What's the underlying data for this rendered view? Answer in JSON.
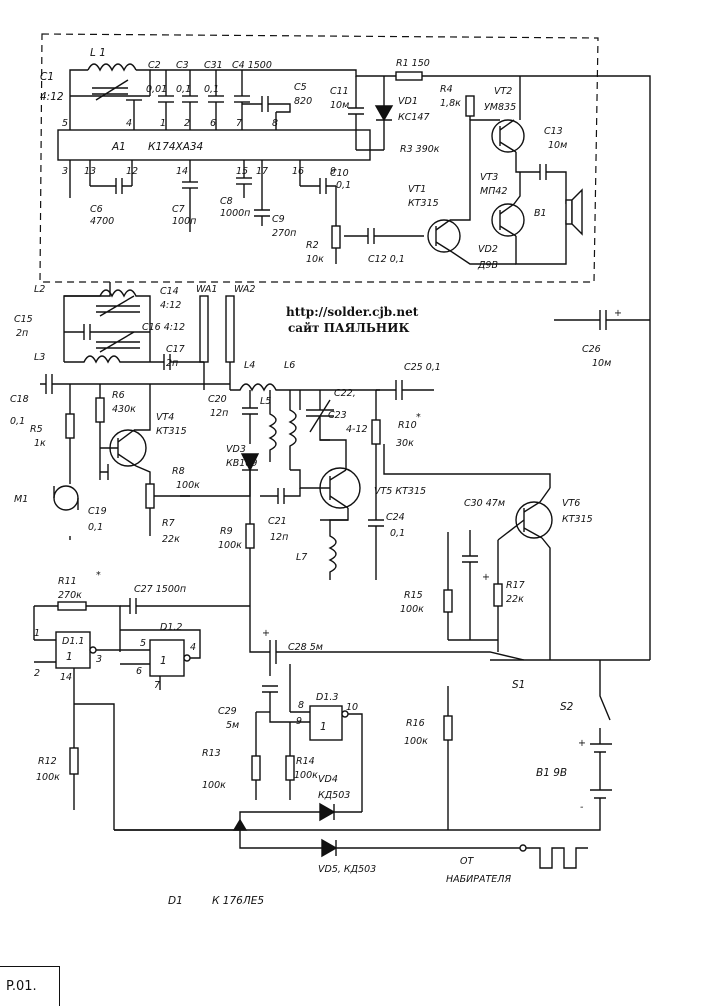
{
  "site": {
    "url": "http://solder.cjb.net",
    "name": "сайт ПАЯЛЬНИК"
  },
  "page_code": "P.01.",
  "footer_note": {
    "ref": "D1",
    "part": "К 176ЛЕ5"
  },
  "components": {
    "L1": "L 1",
    "C1": "C1",
    "C1v": "4:12",
    "C2": "C2",
    "C2v": "0,01",
    "C3": "C3",
    "C3v": "0,1",
    "C31": "C31",
    "C31v": "0,1",
    "C4": "C4 1500",
    "C5": "C5",
    "C5v": "820",
    "C11": "C11",
    "C11v": "10м",
    "R1": "R1 150",
    "VD1": "VD1",
    "VD1v": "КС147",
    "R4": "R4",
    "R4v": "1,8к",
    "VT2": "VT2",
    "VT2v": "УМ835",
    "C13": "C13",
    "C13v": "10м",
    "A1": "A1",
    "A1v": "К174ХА34",
    "R3": "R3 390к",
    "VT3": "VT3",
    "VT3v": "МП42",
    "VT1": "VT1",
    "VT1v": "КТ315",
    "B1spk": "В1",
    "C6": "C6",
    "C6v": "4700",
    "C7": "C7",
    "C7v": "100п",
    "C8": "C8",
    "C8v": "1000п",
    "C9": "C9",
    "C9v": "270п",
    "C10": "C10",
    "C10v": "0,1",
    "R2": "R2",
    "R2v": "10к",
    "C12": "C12 0,1",
    "VD2": "VD2",
    "VD2v": "Д9В",
    "L2": "L2",
    "WA1": "WA1",
    "WA2": "WA2",
    "C14": "C14",
    "C14v": "4:12",
    "C15": "C15",
    "C15v": "2п",
    "C16": "C16 4:12",
    "C17": "C17",
    "C17v": "2п",
    "L3": "L3",
    "C18": "C18",
    "C18v": "0,1",
    "R5": "R5",
    "R5v": "1к",
    "R6": "R6",
    "R6v": "430к",
    "VT4": "VT4",
    "VT4v": "КТ315",
    "M1": "М1",
    "C19": "C19",
    "C19v": "0,1",
    "R8": "R8",
    "R8v": "100к",
    "R7": "R7",
    "R7v": "22к",
    "L4": "L4",
    "L6": "L6",
    "L5": "L5",
    "C20": "C20",
    "C20v": "12п",
    "VD3": "VD3",
    "VD3v": "КВ109",
    "C22": "C22,",
    "C23": "C23",
    "C23v": "4-12",
    "R10": "R10",
    "R10s": "*",
    "R10v": "30к",
    "C25": "C25 0,1",
    "C26": "C26",
    "C26v": "10м",
    "VT5": "VT5 КТ315",
    "R9": "R9",
    "R9v": "100к",
    "C21": "C21",
    "C21v": "12п",
    "C24": "C24",
    "C24v": "0,1",
    "L7": "L7",
    "C30": "C30 47м",
    "VT6": "VT6",
    "VT6v": "КТ315",
    "R15": "R15",
    "R15v": "100к",
    "R17": "R17",
    "R17v": "22к",
    "R11": "R11",
    "R11v": "270к",
    "R11s": "*",
    "C27": "C27 1500п",
    "D11": "D1.1",
    "D12": "D1.2",
    "D13": "D1.3",
    "C28": "C28 5м",
    "S1": "S1",
    "S2": "S2",
    "C29": "C29",
    "C29v": "5м",
    "R12": "R12",
    "R12v": "100к",
    "R13": "R13",
    "R13v": "100к",
    "R14": "R14",
    "R14v": "100к",
    "R16": "R16",
    "R16v": "100к",
    "VD4": "VD4",
    "VD4v": "КД503",
    "VD5": "VD5, КД503",
    "B1bat": "В1 9В",
    "dialer1": "ОТ",
    "dialer2": "НАБИРАТЕЛЯ"
  },
  "pins": {
    "a1_top": [
      "5",
      "4",
      "1",
      "2",
      "6",
      "7",
      "8"
    ],
    "a1_bottom": [
      "3",
      "13",
      "12",
      "14",
      "15",
      "17",
      "16",
      "9",
      "10"
    ],
    "d11": [
      "1",
      "2",
      "3",
      "14"
    ],
    "d12": [
      "5",
      "6",
      "4",
      "7"
    ],
    "d13": [
      "8",
      "9",
      "10"
    ],
    "plus": "+",
    "minus": "-"
  }
}
